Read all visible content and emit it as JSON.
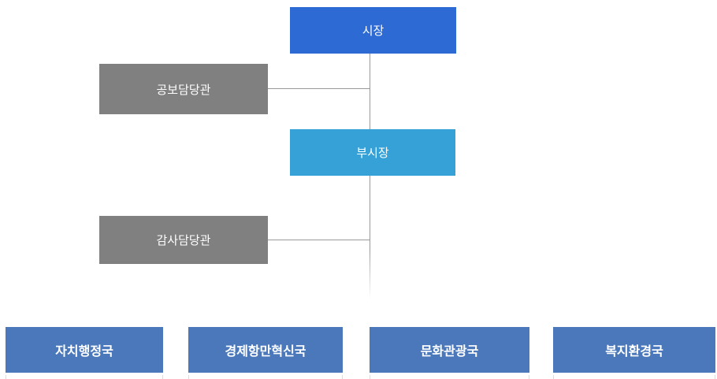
{
  "org": {
    "mayor": {
      "label": "시장"
    },
    "pr_officer": {
      "label": "공보담당관"
    },
    "deputy_mayor": {
      "label": "부시장"
    },
    "audit_officer": {
      "label": "감사담당관"
    },
    "bureaus": [
      {
        "label": "자치행정국"
      },
      {
        "label": "경제항만혁신국"
      },
      {
        "label": "문화관광국"
      },
      {
        "label": "복지환경국"
      }
    ],
    "colors": {
      "mayor_box": "#2E6AD3",
      "deputy_mayor_box": "#35A1D6",
      "officer_box": "#808080",
      "bureau_box": "#4A78BA",
      "connector_line": "#999999",
      "label_text": "#FFFFFF",
      "cutoff_box_border": "#DDDDDD"
    }
  }
}
